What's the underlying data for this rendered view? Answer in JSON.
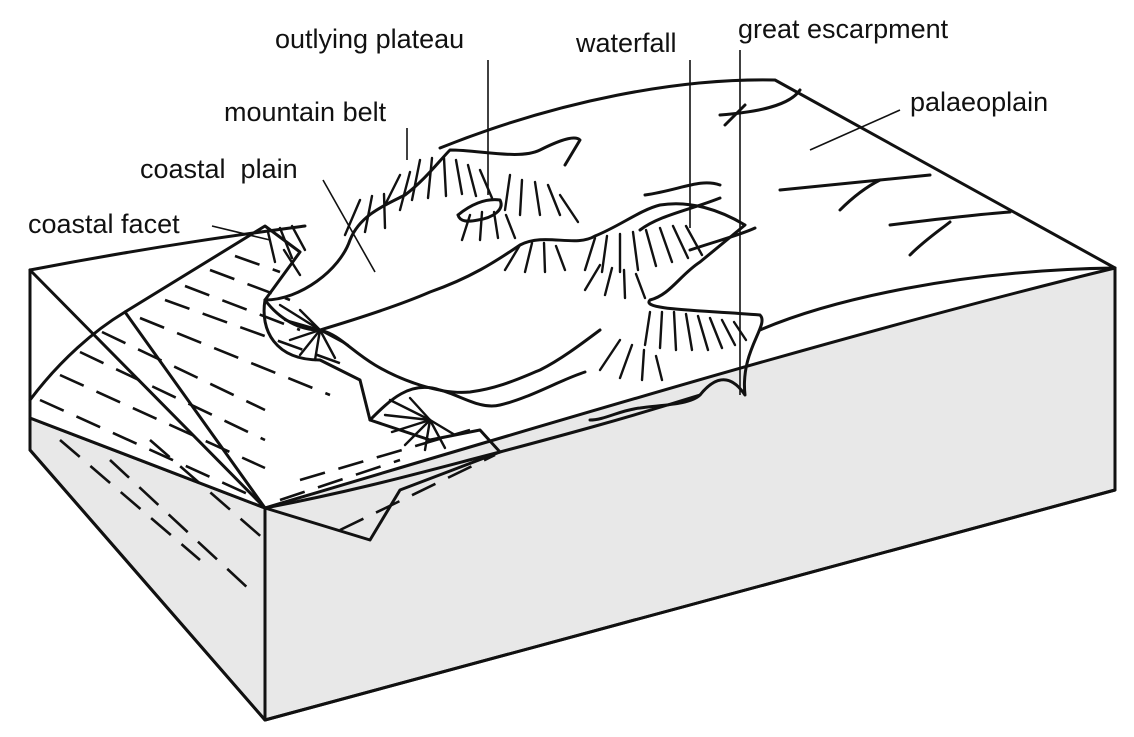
{
  "colors": {
    "ink": "#111111",
    "side_shade": "#e8e8e8",
    "background": "#ffffff"
  },
  "labels": {
    "outlying_plateau": "outlying plateau",
    "waterfall": "waterfall",
    "great_escarpment": "great escarpment",
    "mountain_belt": "mountain belt",
    "palaeoplain": "palaeoplain",
    "coastal_plain": "coastal  plain",
    "coastal_facet": "coastal facet"
  }
}
